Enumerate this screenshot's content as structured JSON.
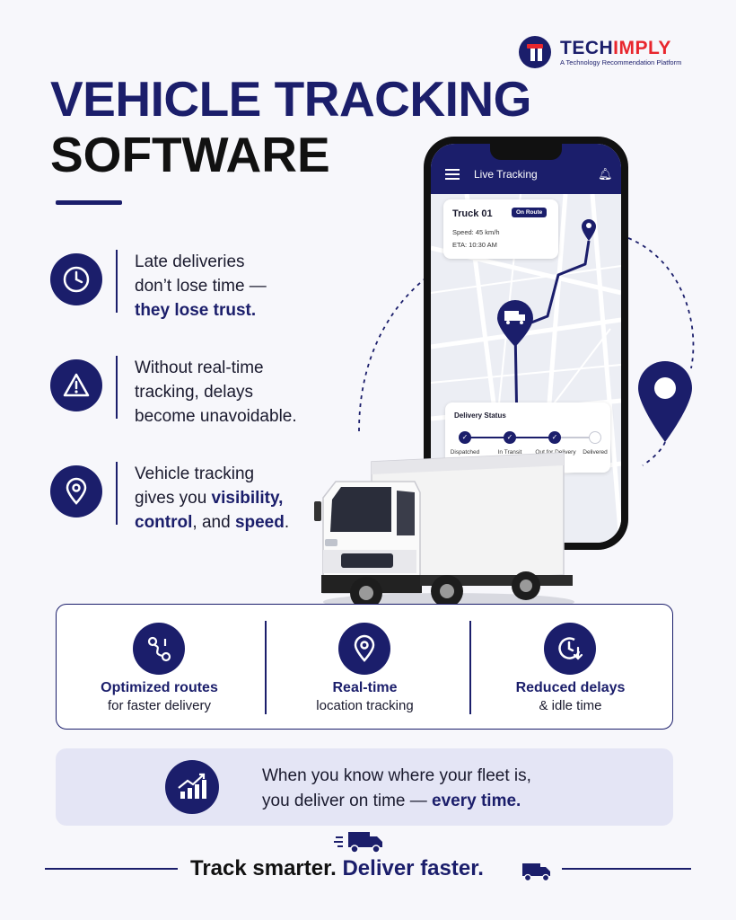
{
  "brand": {
    "name_a": "TECH",
    "name_b": "IMPLY",
    "tagline": "A Technology Recommendation Platform"
  },
  "title": {
    "line1": "VEHICLE TRACKING",
    "line2": "SOFTWARE"
  },
  "points": [
    {
      "icon": "clock-icon",
      "l1": "Late deliveries",
      "l2": "don’t lose time —",
      "l3_bold": "they lose trust."
    },
    {
      "icon": "warning-icon",
      "l1": "Without real-time",
      "l2": "tracking, delays",
      "l3": "become unavoidable."
    },
    {
      "icon": "location-pin-icon",
      "l1": "Vehicle tracking",
      "l2_pre": "gives you ",
      "l2_bold": "visibility,",
      "l3_b1": "control",
      "l3_mid": ", and ",
      "l3_b2": "speed",
      "l3_end": "."
    }
  ],
  "phone": {
    "app_title": "Live Tracking",
    "truck_name": "Truck 01",
    "badge": "On Route",
    "speed": "Speed: 45 km/h",
    "eta": "ETA: 10:30 AM",
    "status_title": "Delivery Status",
    "steps": [
      "Dispatched",
      "In Transit",
      "Out for Delivery",
      "Delivered"
    ],
    "steps_done": 3
  },
  "features": [
    {
      "icon": "route-icon",
      "title": "Optimized routes",
      "sub": "for faster delivery"
    },
    {
      "icon": "location-pin-icon",
      "title": "Real-time",
      "sub": "location tracking"
    },
    {
      "icon": "clock-down-icon",
      "title": "Reduced delays",
      "sub": "& idle time"
    }
  ],
  "banner": {
    "l1": "When you know where your fleet is,",
    "l2_pre": "you deliver on time — ",
    "l2_bold": "every time."
  },
  "slogan": {
    "a": "Track smarter.",
    "b": "Deliver faster."
  },
  "colors": {
    "navy": "#1b1e6b",
    "accent_red": "#e8262d",
    "background": "#f7f7fb",
    "banner_bg": "#e4e5f5"
  }
}
